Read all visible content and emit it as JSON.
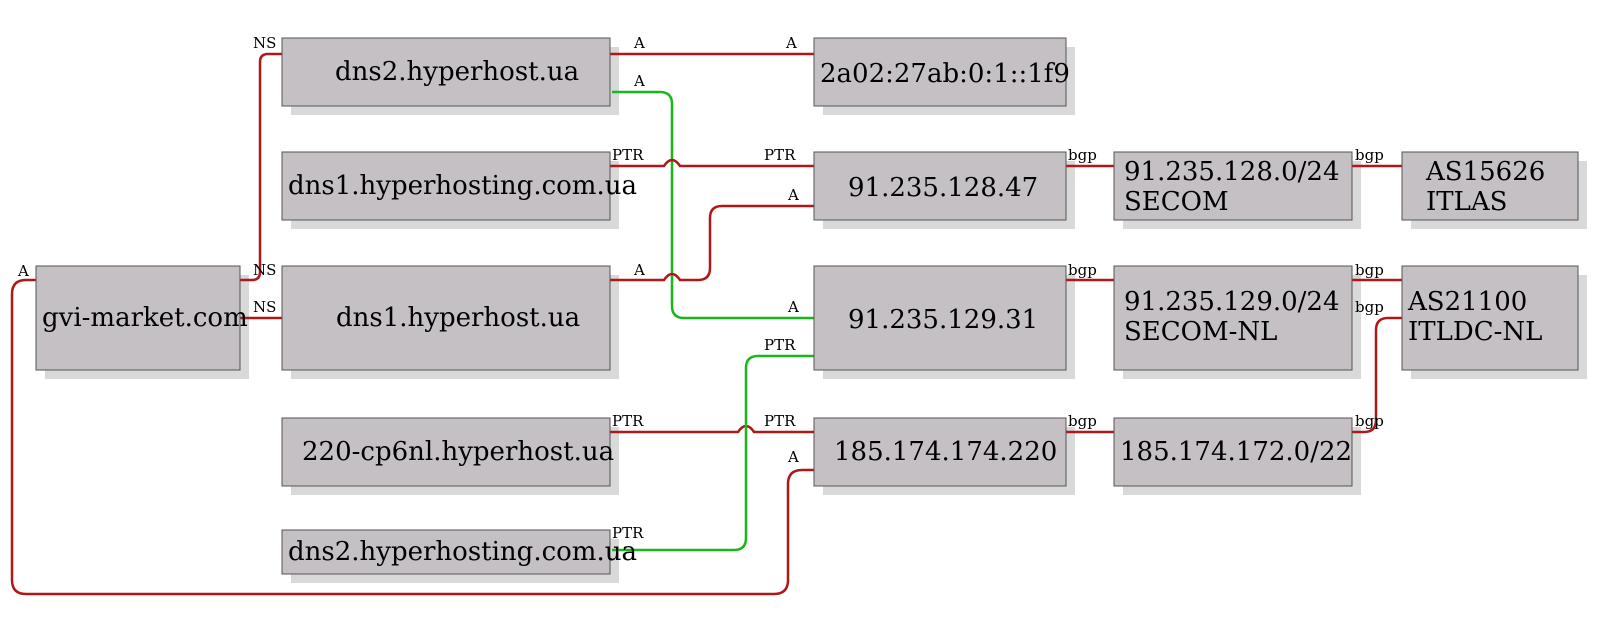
{
  "colors": {
    "node_fill": "#c4c0c4",
    "node_shadow": "#d9d9d9",
    "node_border": "#555555",
    "edge_red": "#b01818",
    "edge_green": "#19b819"
  },
  "nodes": {
    "gvi_market": [
      "gvi-market.com"
    ],
    "dns2_hyperhost": [
      "dns2.hyperhost.ua"
    ],
    "dns1_hyperhosting": [
      "dns1.hyperhosting.com.ua"
    ],
    "dns1_hyperhost": [
      "dns1.hyperhost.ua"
    ],
    "cp6nl": [
      "220-cp6nl.hyperhost.ua"
    ],
    "dns2_hyperhosting": [
      "dns2.hyperhosting.com.ua"
    ],
    "ipv6": [
      "2a02:27ab:0:1::1f9"
    ],
    "ip_128_47": [
      "91.235.128.47"
    ],
    "ip_129_31": [
      "91.235.129.31"
    ],
    "ip_174_220": [
      "185.174.174.220"
    ],
    "net_128": [
      "91.235.128.0/24",
      "SECOM"
    ],
    "net_129": [
      "91.235.129.0/24",
      "SECOM-NL"
    ],
    "net_172": [
      "185.174.172.0/22"
    ],
    "as15626": [
      "AS15626",
      "ITLAS"
    ],
    "as21100": [
      "AS21100",
      "ITLDC-NL"
    ]
  },
  "edges": [
    {
      "id": "gvi-dns2-ns",
      "color": "red",
      "labels": [
        "NS"
      ]
    },
    {
      "id": "gvi-dns1-ns",
      "color": "red",
      "labels": [
        "NS",
        "NS"
      ]
    },
    {
      "id": "gvi-loop-a",
      "color": "red",
      "labels": [
        "A",
        "A"
      ]
    },
    {
      "id": "dns2-ipv6-a",
      "color": "red",
      "labels": [
        "A",
        "A"
      ]
    },
    {
      "id": "dns2-ip129-a",
      "color": "green",
      "labels": [
        "A",
        "A"
      ]
    },
    {
      "id": "dns1hosting-ip128-ptr",
      "color": "red",
      "labels": [
        "PTR",
        "PTR"
      ]
    },
    {
      "id": "dns1-ip128-a",
      "color": "red",
      "labels": [
        "A",
        "A"
      ]
    },
    {
      "id": "cp6nl-ip174-ptr",
      "color": "red",
      "labels": [
        "PTR",
        "PTR"
      ]
    },
    {
      "id": "dns2hosting-ip129-ptr",
      "color": "green",
      "labels": [
        "PTR",
        "PTR"
      ]
    },
    {
      "id": "ip128-net128-bgp",
      "color": "red",
      "labels": [
        "bgp"
      ]
    },
    {
      "id": "net128-as15626-bgp",
      "color": "red",
      "labels": [
        "bgp"
      ]
    },
    {
      "id": "ip129-net129-bgp",
      "color": "red",
      "labels": [
        "bgp"
      ]
    },
    {
      "id": "net129-as21100-bgp",
      "color": "red",
      "labels": [
        "bgp",
        "bgp"
      ]
    },
    {
      "id": "ip174-net172-bgp",
      "color": "red",
      "labels": [
        "bgp"
      ]
    },
    {
      "id": "net172-as21100-bgp",
      "color": "red",
      "labels": [
        "bgp"
      ]
    }
  ]
}
